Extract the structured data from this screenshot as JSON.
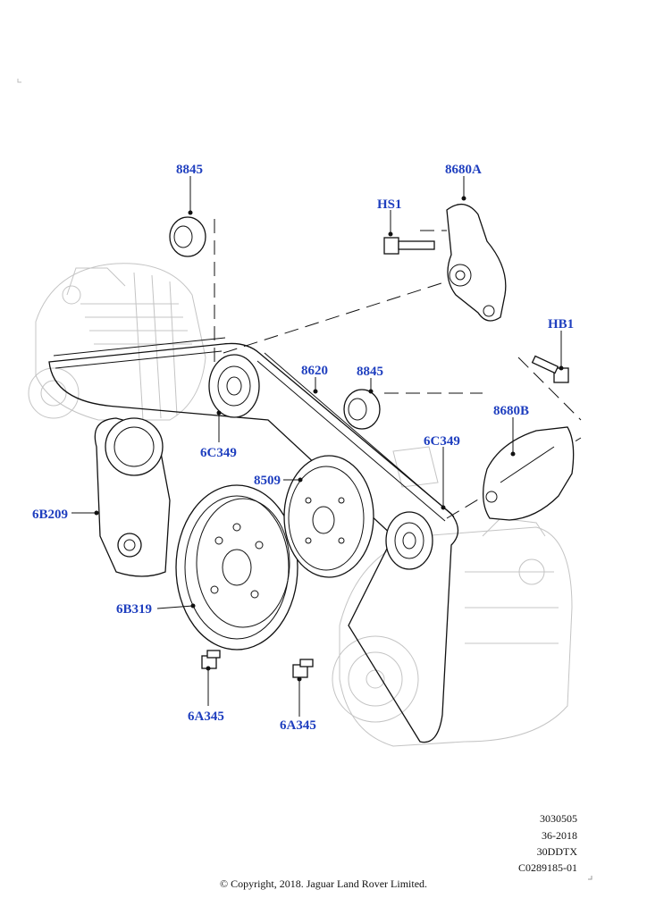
{
  "callouts": {
    "c8845_top": "8845",
    "c8680A": "8680A",
    "cHS1": "HS1",
    "cHB1": "HB1",
    "c8620": "8620",
    "c8845_mid": "8845",
    "c8680B": "8680B",
    "c6C349_left": "6C349",
    "c6C349_right": "6C349",
    "c8509": "8509",
    "c6B209": "6B209",
    "c6B319": "6B319",
    "c6A345_left": "6A345",
    "c6A345_right": "6A345"
  },
  "meta": {
    "line1": "3030505",
    "line2": "36-2018",
    "line3": "30DDTX",
    "line4": "C0289185-01"
  },
  "copyright": "© Copyright, 2018. Jaguar Land Rover Limited."
}
